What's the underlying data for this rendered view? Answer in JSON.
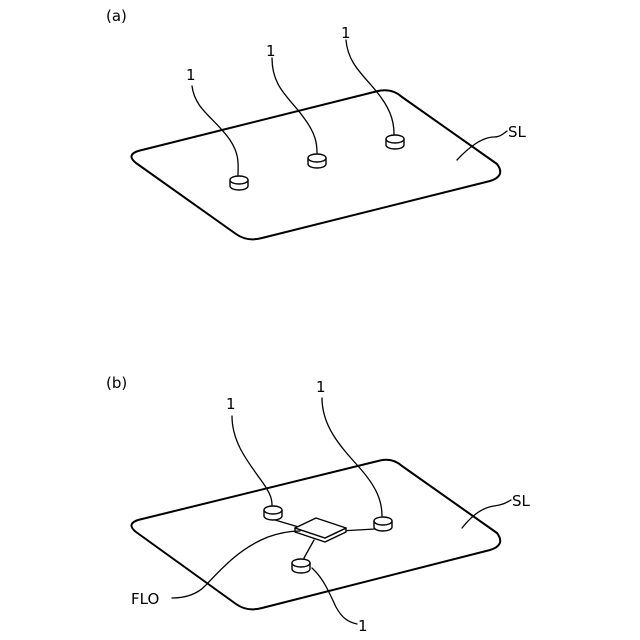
{
  "panel_a": {
    "label": "(a)",
    "sensor_labels": [
      "1",
      "1",
      "1"
    ],
    "surface_label": "SL"
  },
  "panel_b": {
    "label": "(b)",
    "sensor_labels": [
      "1",
      "1",
      "1"
    ],
    "surface_label": "SL",
    "flo_label": "FLO"
  }
}
